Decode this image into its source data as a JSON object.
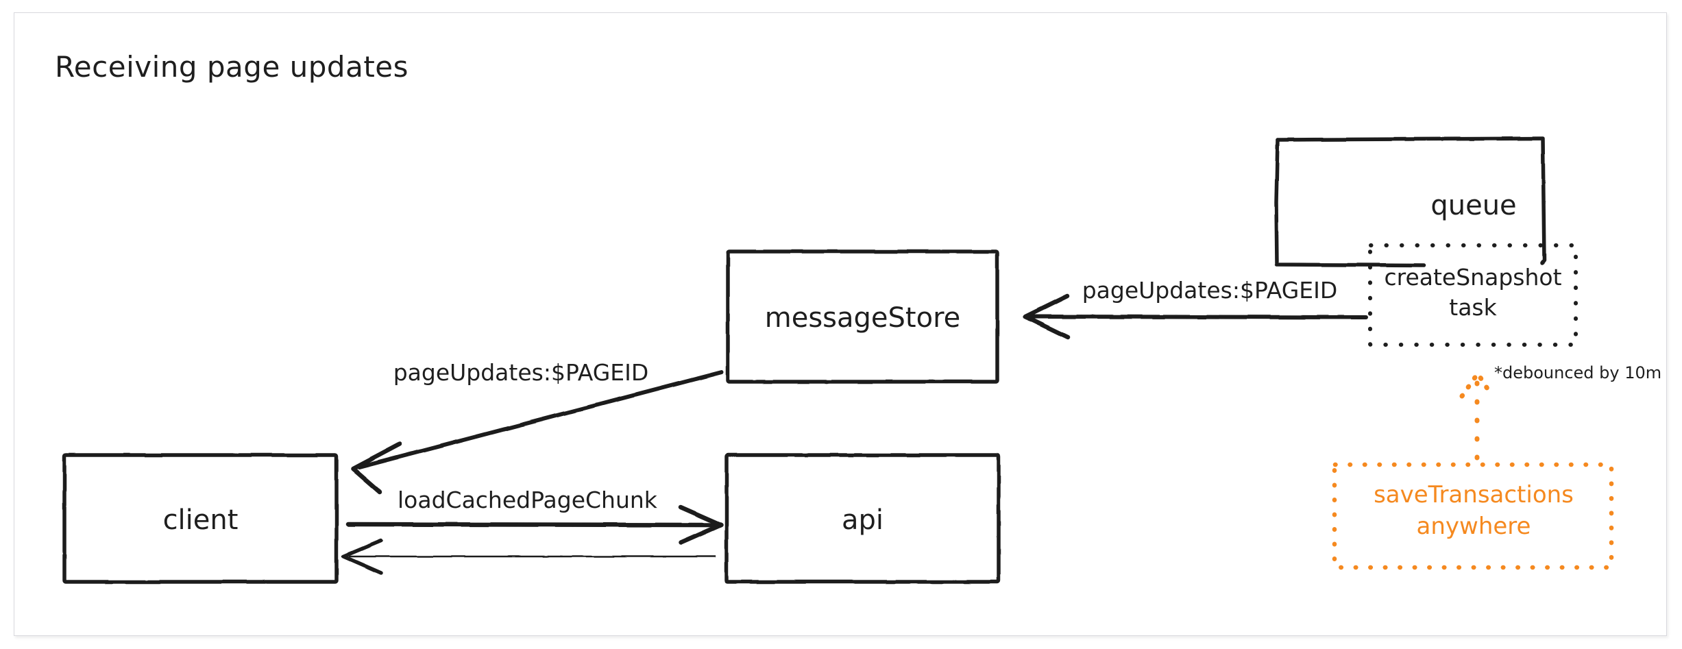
{
  "frame": {
    "background": "#ffffff",
    "border_color": "#d8d8dd"
  },
  "colors": {
    "ink": "#1e1e1e",
    "accent_orange": "#f5891f"
  },
  "title": "Receiving page updates",
  "nodes": [
    {
      "id": "queue",
      "label": "queue",
      "style": "solid",
      "color": "#1e1e1e"
    },
    {
      "id": "createSnapshot",
      "label": "createSnapshot\ntask",
      "style": "dotted",
      "color": "#1e1e1e"
    },
    {
      "id": "messageStore",
      "label": "messageStore",
      "style": "solid",
      "color": "#1e1e1e"
    },
    {
      "id": "client",
      "label": "client",
      "style": "solid",
      "color": "#1e1e1e"
    },
    {
      "id": "api",
      "label": "api",
      "style": "solid",
      "color": "#1e1e1e"
    },
    {
      "id": "saveTransactions",
      "label": "saveTransactions\nanywhere",
      "style": "dotted",
      "color": "#f5891f"
    }
  ],
  "edges": [
    {
      "id": "snapshot-to-store",
      "label": "pageUpdates:$PAGEID",
      "from": "createSnapshot",
      "to": "messageStore",
      "style": "solid",
      "color": "#1e1e1e"
    },
    {
      "id": "store-to-client",
      "label": "pageUpdates:$PAGEID",
      "from": "messageStore",
      "to": "client",
      "style": "solid",
      "color": "#1e1e1e"
    },
    {
      "id": "client-to-api",
      "label": "loadCachedPageChunk",
      "from": "client",
      "to": "api",
      "style": "solid",
      "color": "#1e1e1e"
    },
    {
      "id": "api-to-client",
      "label": "",
      "from": "api",
      "to": "client",
      "style": "solid",
      "color": "#1e1e1e"
    },
    {
      "id": "save-to-snapshot",
      "label": "",
      "from": "saveTransactions",
      "to": "createSnapshot",
      "style": "dotted",
      "color": "#f5891f"
    }
  ],
  "annotations": [
    {
      "id": "debounce-note",
      "text": "*debounced by 10m",
      "color": "#1e1e1e"
    }
  ],
  "node_text": {
    "queue": "queue",
    "createSnapshot_line1": "createSnapshot",
    "createSnapshot_line2": "task",
    "messageStore": "messageStore",
    "client": "client",
    "api": "api",
    "saveTransactions_line1": "saveTransactions",
    "saveTransactions_line2": "anywhere"
  },
  "edge_text": {
    "snapshot_to_store": "pageUpdates:$PAGEID",
    "store_to_client": "pageUpdates:$PAGEID",
    "client_to_api": "loadCachedPageChunk"
  },
  "annotation_text": {
    "debounce": "*debounced by 10m"
  }
}
